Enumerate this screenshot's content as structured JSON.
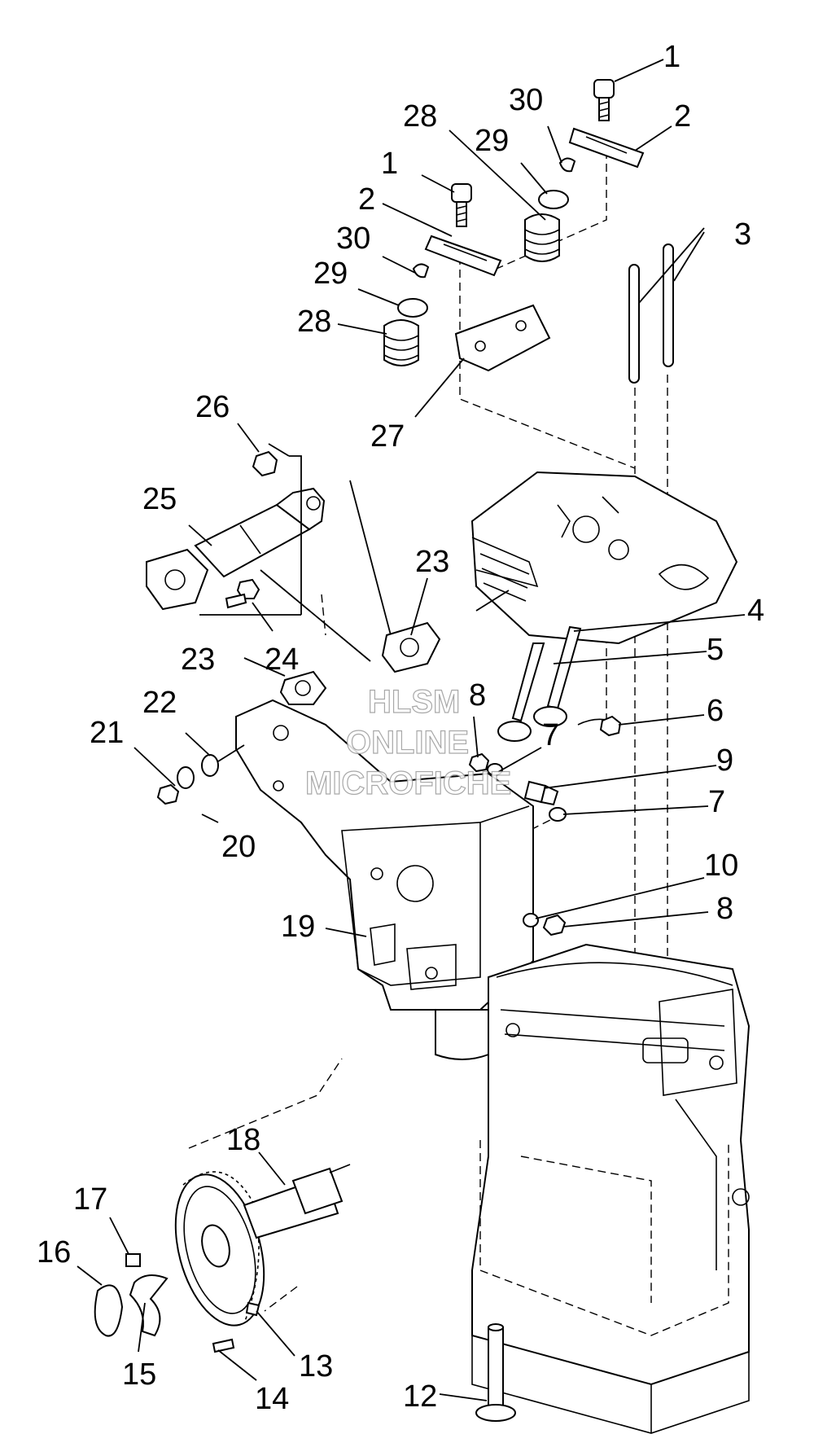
{
  "callouts": [
    "1",
    "2",
    "3",
    "4",
    "5",
    "6",
    "7",
    "8",
    "9",
    "10",
    "12",
    "13",
    "14",
    "15",
    "16",
    "17",
    "18",
    "19",
    "20",
    "21",
    "22",
    "23",
    "24",
    "25",
    "26",
    "27",
    "28",
    "29",
    "30"
  ],
  "watermark": {
    "line1": "HLSM",
    "line2": "ONLINE",
    "line3": "MICROFICHE"
  }
}
